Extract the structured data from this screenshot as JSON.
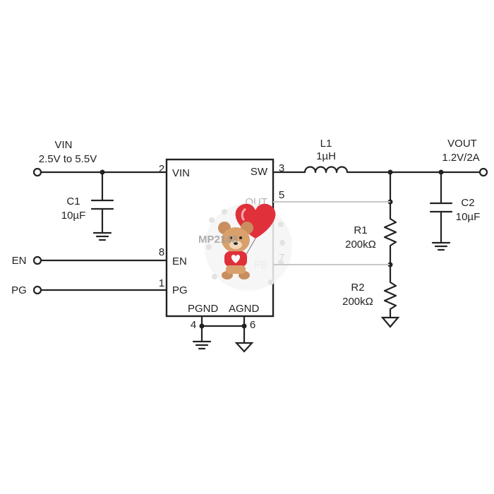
{
  "vin": {
    "name": "VIN",
    "range": "2.5V to 5.5V"
  },
  "vout": {
    "name": "VOUT",
    "spec": "1.2V/2A"
  },
  "en": {
    "name": "EN"
  },
  "pg": {
    "name": "PG"
  },
  "c1": {
    "ref": "C1",
    "value": "10µF"
  },
  "c2": {
    "ref": "C2",
    "value": "10µF"
  },
  "l1": {
    "ref": "L1",
    "value": "1µH"
  },
  "r1": {
    "ref": "R1",
    "value": "200kΩ"
  },
  "r2": {
    "ref": "R2",
    "value": "200kΩ"
  },
  "chip": {
    "part": "MP2143",
    "pins": {
      "vin": {
        "num": "2",
        "name": "VIN"
      },
      "sw": {
        "num": "3",
        "name": "SW"
      },
      "out": {
        "num": "5",
        "name": "OUT"
      },
      "en": {
        "num": "8",
        "name": "EN"
      },
      "fb": {
        "num": "7",
        "name": "FB"
      },
      "pg": {
        "num": "1",
        "name": "PG"
      },
      "pgnd": {
        "num": "4",
        "name": "PGND"
      },
      "agnd": {
        "num": "6",
        "name": "AGND"
      }
    }
  },
  "colors": {
    "line": "#222222",
    "watermark_heart": "#e0303a",
    "watermark_bear": "#c98e5e"
  }
}
